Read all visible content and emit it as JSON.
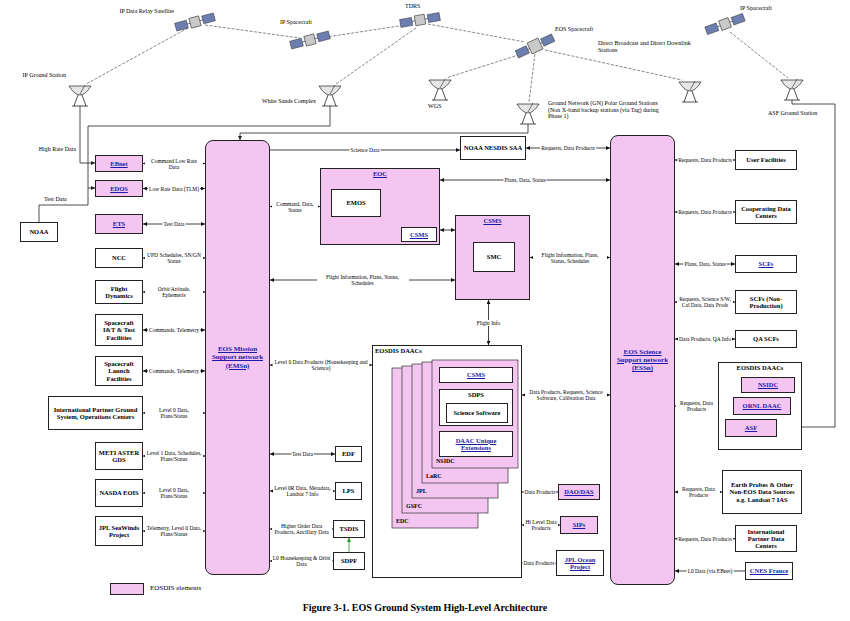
{
  "diagram": {
    "caption": "Figure 3-1. EOS Ground System High-Level Architecture",
    "nodes": [
      {
        "text": [
          "EBnet"
        ]
      },
      {
        "text": [
          "EDOS"
        ]
      },
      {
        "text": [
          "ETS"
        ]
      },
      {
        "text": [
          "NCC"
        ]
      },
      {
        "text": [
          "Flight Dynamics"
        ]
      },
      {
        "text": [
          "Spacecraft I&T & Test Facilities"
        ]
      },
      {
        "text": [
          "Spacecraft Launch Facilities"
        ]
      },
      {
        "text": [
          "International Partner Ground System, Operations Centers"
        ]
      },
      {
        "text": [
          "METI ASTER GDS"
        ]
      },
      {
        "text": [
          "NASDA EOIS"
        ]
      },
      {
        "text": [
          "JPL SeaWinds Project"
        ]
      },
      {
        "text": [
          "NOAA"
        ]
      },
      {
        "text": [
          "EOS Mission Support network (EMSn)"
        ]
      },
      {
        "text": [
          "EOC"
        ]
      },
      {
        "text": [
          "EMOS"
        ],
        "in": 13
      },
      {
        "text": [
          "CSMS"
        ],
        "in": 13
      },
      {
        "text": [
          "NOAA NESDIS SAA"
        ]
      },
      {
        "text": [
          "CSMS"
        ]
      },
      {
        "text": [
          "SMC"
        ],
        "in": 17
      },
      {
        "text": [
          "EOSDIS DAACs"
        ]
      },
      {
        "text": [
          "CSMS"
        ],
        "in": 19
      },
      {
        "text": [
          "SDPS"
        ],
        "in": 19
      },
      {
        "text": [
          "Science Software"
        ],
        "in": 21
      },
      {
        "text": [
          "DAAC Unique Extensions"
        ],
        "in": 19
      },
      {
        "text": [
          "EDF"
        ]
      },
      {
        "text": [
          "LPS"
        ]
      },
      {
        "text": [
          "TSDIS"
        ]
      },
      {
        "text": [
          "SDPF"
        ]
      },
      {
        "text": [
          "DAO/DAS"
        ]
      },
      {
        "text": [
          "SIPs"
        ]
      },
      {
        "text": [
          "JPL Ocean Project"
        ]
      },
      {
        "text": [
          "EOS Science Support network (ESSn)"
        ]
      },
      {
        "text": [
          "User Facilities"
        ]
      },
      {
        "text": [
          "Cooperating Data Centers"
        ]
      },
      {
        "text": [
          "SCFs"
        ]
      },
      {
        "text": [
          "SCFs (Non-Production)"
        ]
      },
      {
        "text": [
          "QA SCFs"
        ]
      },
      {
        "text": [
          "EOSDIS DAACs"
        ]
      },
      {
        "text": [
          "NSIDC"
        ],
        "in": 37
      },
      {
        "text": [
          "ORNL DAAC"
        ],
        "in": 37
      },
      {
        "text": [
          "ASF"
        ],
        "in": 37
      },
      {
        "text": [
          "Earth Probes & Other Non-EOS Data Sources e.g. Landsat 7 IAS"
        ]
      },
      {
        "text": [
          "International Partner Data Centers"
        ]
      },
      {
        "text": [
          "CNES France"
        ]
      }
    ],
    "edges": [
      {
        "from": 0,
        "to": 12,
        "arrow": "both",
        "label": "Command Low Rate Data"
      },
      {
        "from": 1,
        "to": 12,
        "arrow": "both",
        "label": "Low Rate Data (TLM)"
      },
      {
        "from": 2,
        "to": 12,
        "arrow": "both",
        "label": "Test Data"
      },
      {
        "from": 3,
        "to": 12,
        "arrow": "both",
        "label": "UPD Schedules, SN/GN Status"
      },
      {
        "from": 4,
        "to": 12,
        "arrow": "both",
        "label": "Orbit/Attitude, Ephemeris"
      },
      {
        "from": 5,
        "to": 12,
        "arrow": "both",
        "label": "Commands, Telemetry"
      },
      {
        "from": 6,
        "to": 12,
        "arrow": "both",
        "label": "Commands, Telemetry"
      },
      {
        "from": 7,
        "to": 12,
        "arrow": "both",
        "label": "Level 0 Data, Plans/Status"
      },
      {
        "from": 8,
        "to": 12,
        "arrow": "both",
        "label": "Level 1 Data, Schedules, Plans/Status"
      },
      {
        "from": 9,
        "to": 12,
        "arrow": "both",
        "label": "Level 0 Data, Plans/Status"
      },
      {
        "from": 10,
        "to": 12,
        "arrow": "both",
        "label": "Telemetry, Level 0 Data, Plans/Status"
      },
      {
        "from": 12,
        "to": 16,
        "arrow": "to",
        "label": "Science Data"
      },
      {
        "from": 12,
        "to": 13,
        "arrow": "both",
        "label": "Command, Data, Status"
      },
      {
        "from": 12,
        "to": 17,
        "arrow": "both",
        "label": "Flight Information, Plans, Status, Schedules"
      },
      {
        "from": 12,
        "to": 19,
        "arrow": "both",
        "label": "Level 0 Data Products (Housekeeping and Science)"
      },
      {
        "from": 12,
        "to": 24,
        "arrow": "both",
        "label": "Test Data"
      },
      {
        "from": 12,
        "to": 25,
        "arrow": "both",
        "label": "Level 0R Data, Metadata, Landsat 7 Info"
      },
      {
        "from": 12,
        "to": 26,
        "arrow": "both",
        "label": "Higher Order Data Products, Ancillary Data"
      },
      {
        "from": 27,
        "to": 12,
        "arrow": "to",
        "label": "L0 Housekeeping & Orbit Data"
      },
      {
        "from": 27,
        "to": 26,
        "arrow": "to"
      },
      {
        "from": 13,
        "to": 17,
        "arrow": "both"
      },
      {
        "from": 13,
        "to": 31,
        "arrow": "both",
        "label": "Plans, Data, Status"
      },
      {
        "from": 16,
        "to": 31,
        "arrow": "both",
        "label": "Requests, Data Products"
      },
      {
        "from": 17,
        "to": 31,
        "arrow": "both",
        "label": "Flight Information, Plans, Status, Schedules"
      },
      {
        "from": 17,
        "to": 19,
        "arrow": "both",
        "label": "Flight Info"
      },
      {
        "from": 19,
        "to": 31,
        "arrow": "both",
        "label": "Data Products, Requests, Science Software, Calibration Data"
      },
      {
        "from": 19,
        "to": 28,
        "arrow": "both",
        "label": "Data Products"
      },
      {
        "from": 19,
        "to": 29,
        "arrow": "both",
        "label": "Hi Level Data Products"
      },
      {
        "from": 19,
        "to": 30,
        "arrow": "both",
        "label": "Data Products"
      },
      {
        "from": 31,
        "to": 32,
        "arrow": "both",
        "label": "Requests, Data Products"
      },
      {
        "from": 31,
        "to": 33,
        "arrow": "both",
        "label": "Requests, Data Products"
      },
      {
        "from": 31,
        "to": 34,
        "arrow": "both",
        "label": "Plans, Data, Status"
      },
      {
        "from": 31,
        "to": 35,
        "arrow": "both",
        "label": "Requests, Science S/W, Cal Data, Data Prods"
      },
      {
        "from": 31,
        "to": 36,
        "arrow": "both",
        "label": "Data Products, QA Info"
      },
      {
        "from": 31,
        "to": 37,
        "arrow": "both",
        "label": "Requests, Data Products"
      },
      {
        "from": 31,
        "to": 41,
        "arrow": "both",
        "label": "Requests, Data Products"
      },
      {
        "from": 31,
        "to": 42,
        "arrow": "both",
        "label": "Requests, Data Products"
      },
      {
        "from": 43,
        "to": 31,
        "arrow": "to",
        "label": "L0 Data (via EBnet)"
      }
    ],
    "labels": [
      "IP Data Relay Satellite",
      "IP Spacecraft",
      "TDRS",
      "EOS Spacecraft",
      "IP Spacecraft",
      "IP Ground Station",
      "White Sands Complex",
      "WGS",
      "Ground Network (GN) Polar Ground Stations (Non X-band backup stations (via Tag) during Phase 1)",
      "Direct Broadcast and Direct Downlink Stations",
      "ASF Ground Station",
      "High Rate Data",
      "Test Data",
      "NSIDC",
      "LaRC",
      "JPL",
      "GSFC",
      "EDC"
    ],
    "legend": [
      {
        "text": "EOSDIS elements",
        "color": "#f5c5f2"
      }
    ]
  }
}
